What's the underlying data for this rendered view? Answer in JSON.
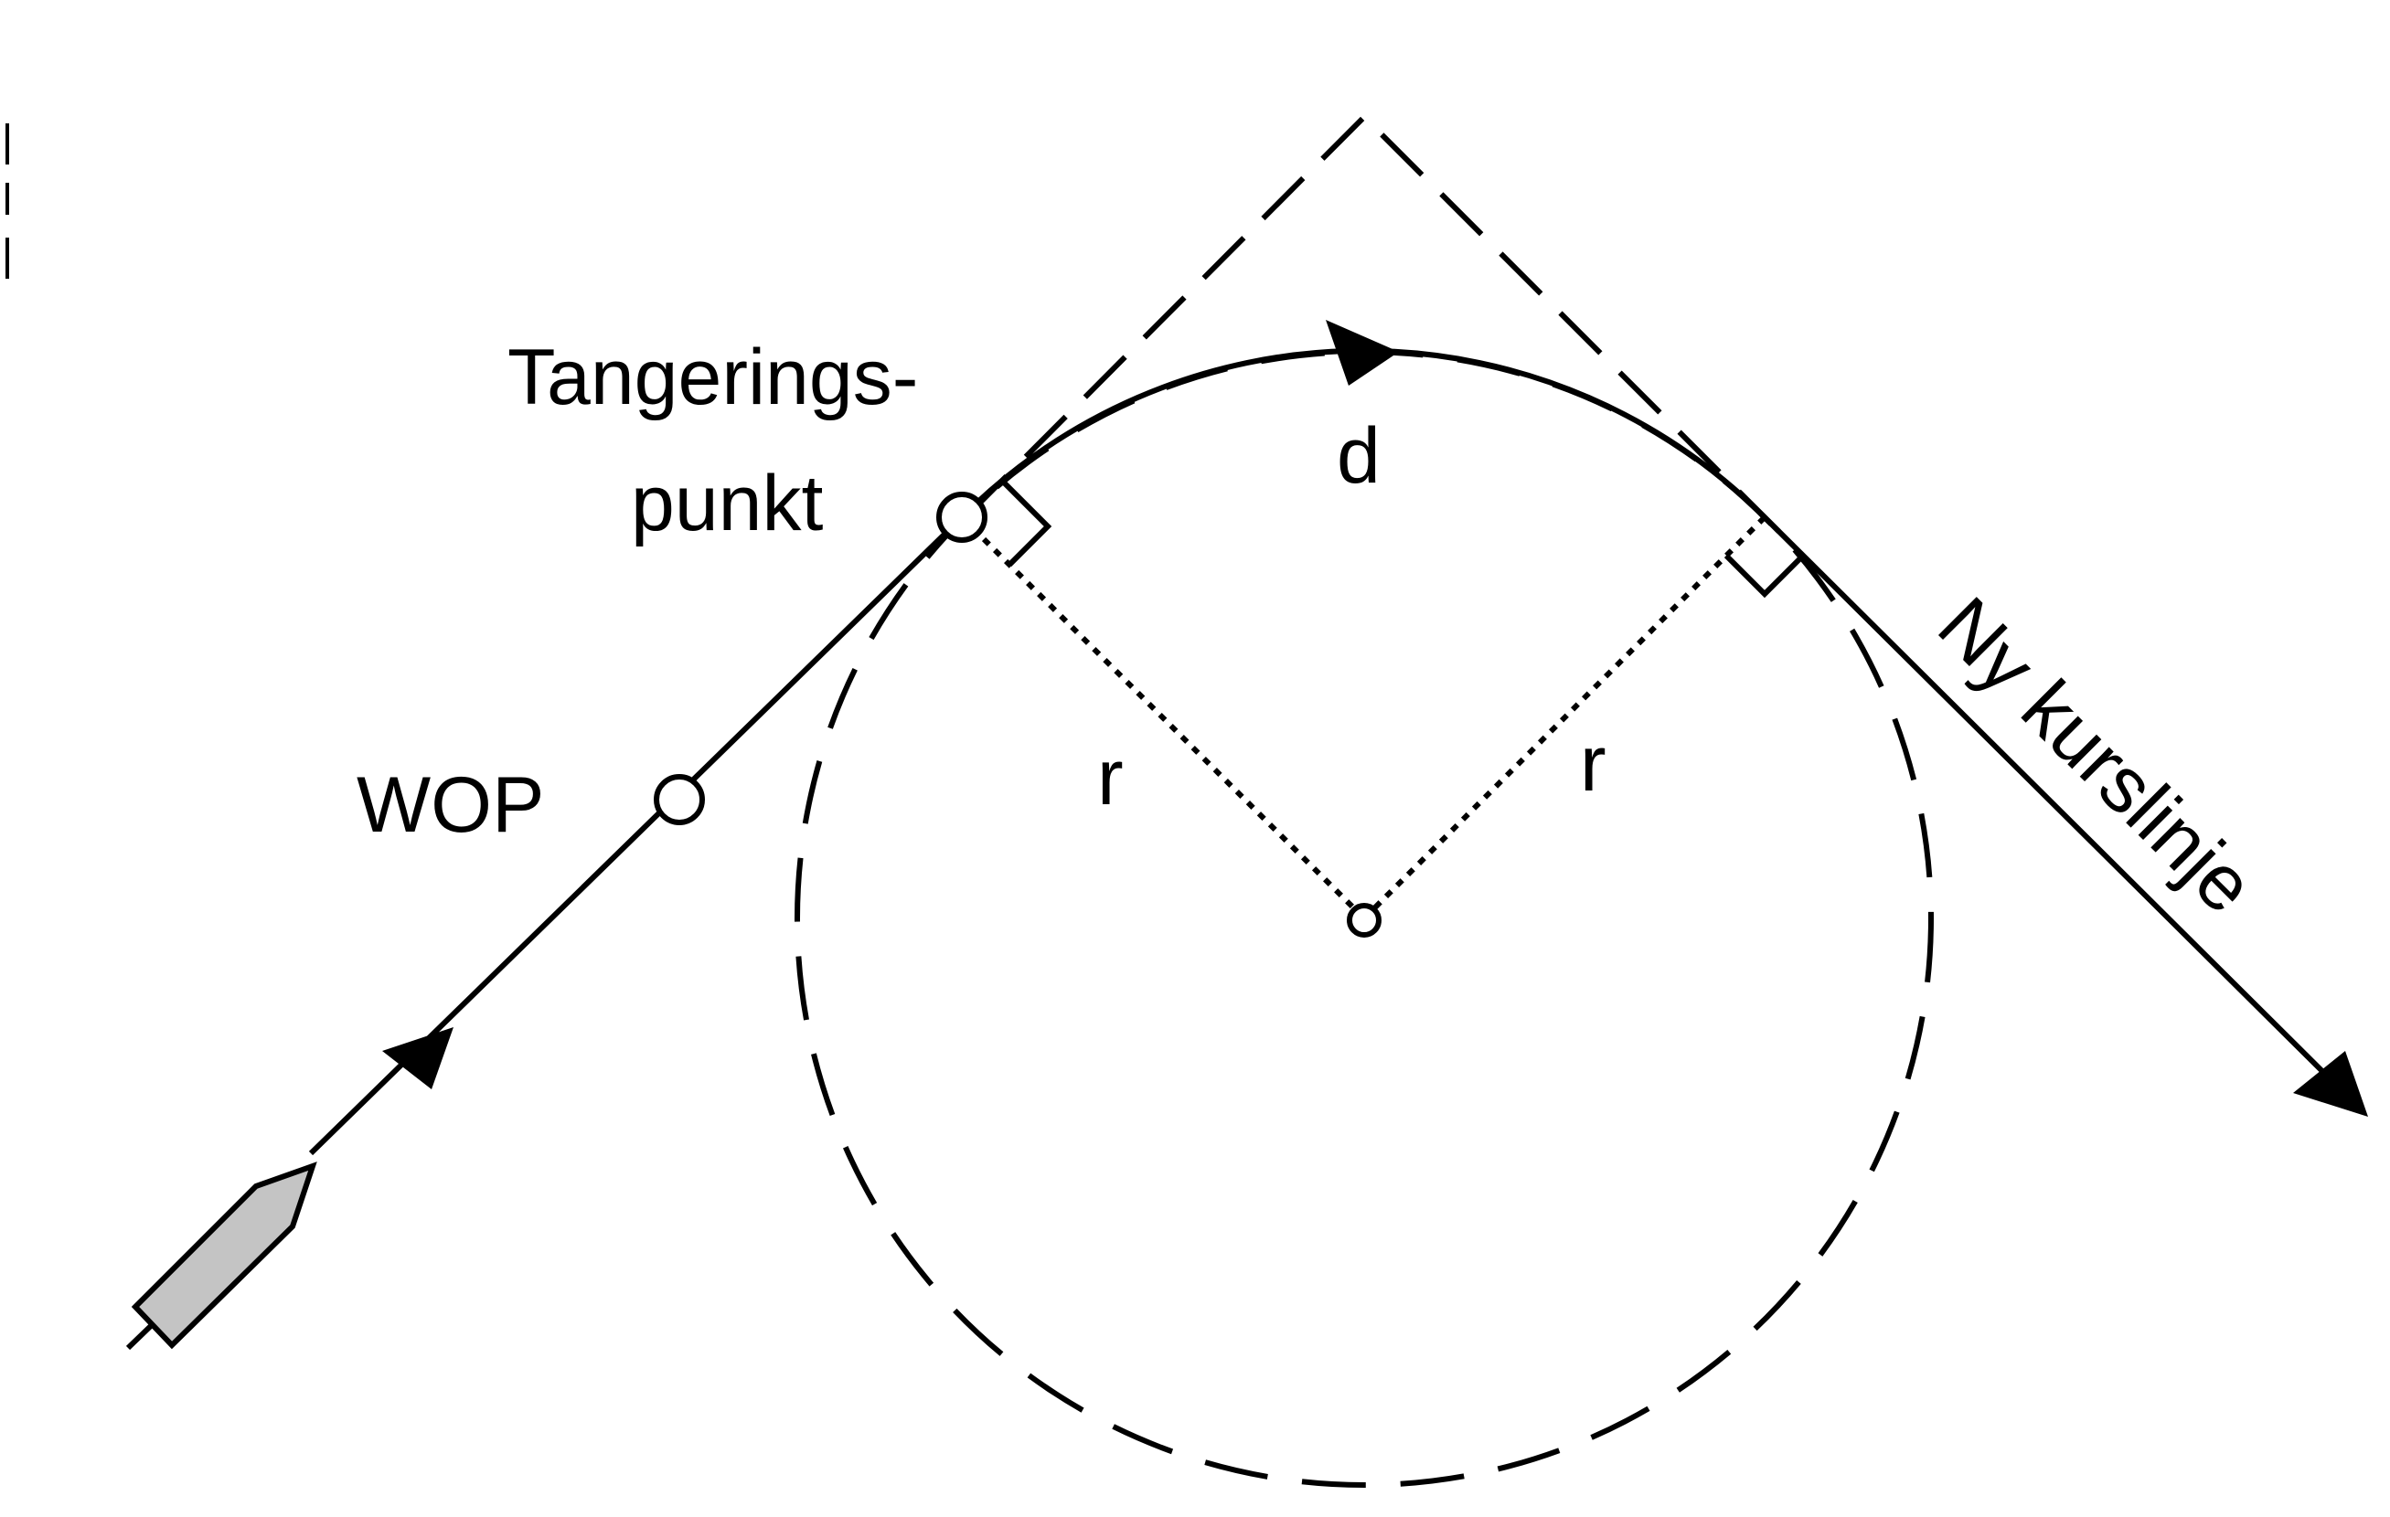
{
  "labels": {
    "tangent_point_line1": "Tangerings-",
    "tangent_point_line2": "punkt",
    "wop": "WOP",
    "arc_distance": "d",
    "radius_left": "r",
    "radius_right": "r",
    "new_course_line": "Ny kurslinje"
  },
  "colors": {
    "ink": "#000000",
    "vessel_fill": "#c4c4c4",
    "background": "#ffffff"
  }
}
